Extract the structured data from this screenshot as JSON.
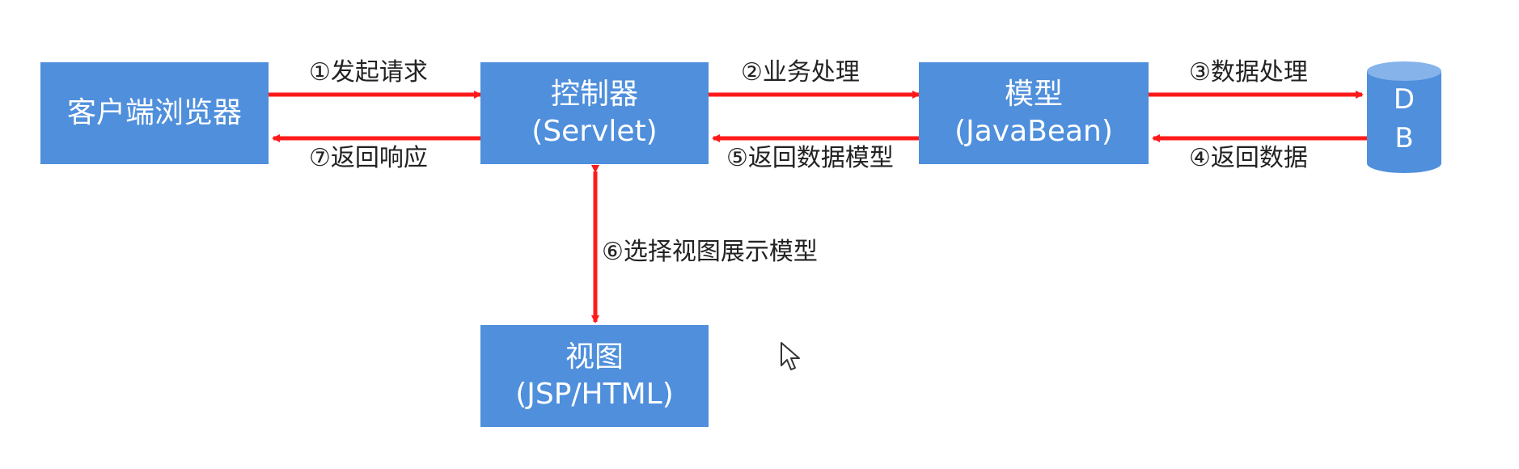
{
  "boxes": {
    "browser": {
      "line1": "客户端浏览器"
    },
    "controller": {
      "line1": "控制器",
      "line2": "(Servlet)"
    },
    "model": {
      "line1": "模型",
      "line2": "(JavaBean)"
    },
    "view": {
      "line1": "视图",
      "line2": "(JSP/HTML)"
    }
  },
  "database": {
    "line1": "D",
    "line2": "B"
  },
  "edges": {
    "e1": "①发起请求",
    "e2": "②业务处理",
    "e3": "③数据处理",
    "e4": "④返回数据",
    "e5": "⑤返回数据模型",
    "e6": "⑥选择视图展示模型",
    "e7": "⑦返回响应"
  },
  "colors": {
    "box_fill": "#4f8fdc",
    "arrow": "#ff1a1a",
    "text": "#222222"
  },
  "icons": {
    "pointer": "mouse-pointer-icon"
  }
}
